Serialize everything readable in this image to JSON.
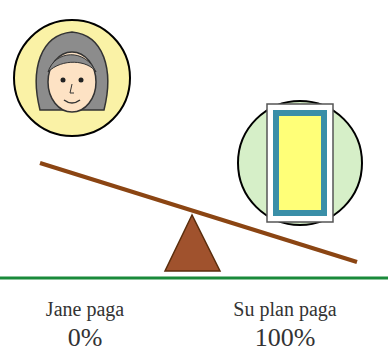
{
  "diagram": {
    "labels": [
      "Jane paga",
      "0%",
      "Su plan paga",
      "100%"
    ]
  }
}
